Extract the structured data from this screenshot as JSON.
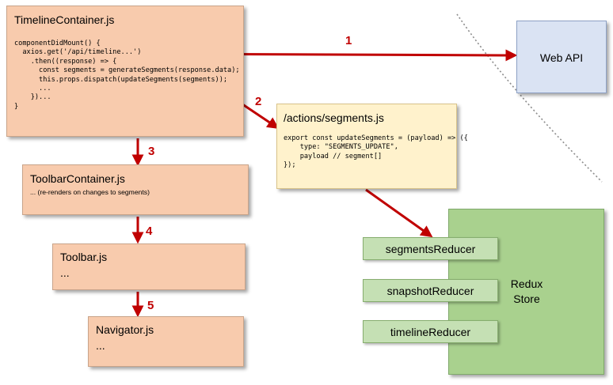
{
  "timeline_container": {
    "title": "TimelineContainer.js",
    "code": "componentDidMount() {\n  axios.get('/api/timeline...')\n    .then((response) => {\n      const segments = generateSegments(response.data);\n      this.props.dispatch(updateSegments(segments));\n      ...\n    })...\n}"
  },
  "actions_segments": {
    "title": "/actions/segments.js",
    "code": "export const updateSegments = (payload) => ({\n    type: \"SEGMENTS_UPDATE\",\n    payload // segment[]\n});"
  },
  "web_api": {
    "label": "Web API"
  },
  "toolbar_container": {
    "title": "ToolbarContainer.js",
    "note": "... (re-renders on changes to segments)"
  },
  "toolbar": {
    "title": "Toolbar.js",
    "body": "..."
  },
  "navigator": {
    "title": "Navigator.js",
    "body": "..."
  },
  "redux_store": {
    "label": "Redux\nStore",
    "reducers": [
      "segmentsReducer",
      "snapshotReducer",
      "timelineReducer"
    ]
  },
  "steps": [
    "1",
    "2",
    "3",
    "4",
    "5"
  ],
  "colors": {
    "arrow": "#c00000",
    "component_fill": "#f8cbad",
    "action_fill": "#fff2cc",
    "api_fill": "#dae3f3",
    "store_fill": "#a9d18e",
    "reducer_fill": "#c5e0b4"
  }
}
